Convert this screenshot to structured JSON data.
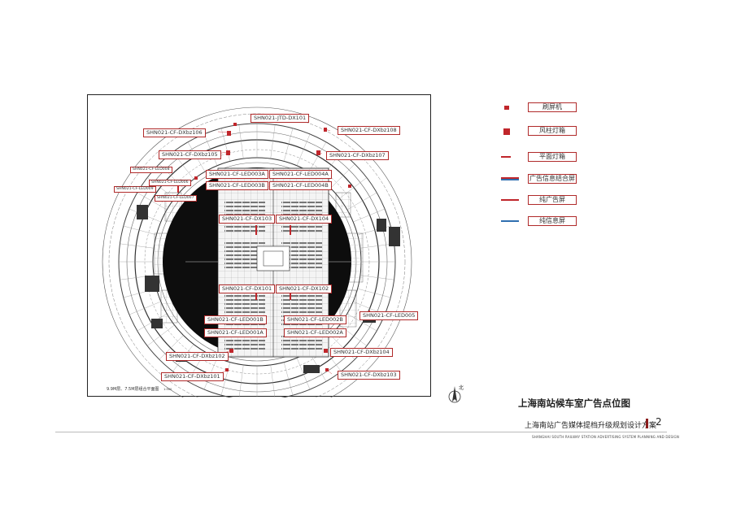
{
  "title": "上海南站候车室广告点位图",
  "subtitle": "上海南站广告媒体提档升级规划设计方案",
  "english_subtitle": "SHANGHAI SOUTH RAILWAY STATION ADVERTISING SYSTEM PLANNING AND DESIGN",
  "page_number": "2",
  "scale_note": "9.9M层、7.5M层组合平面图",
  "scale_ratio": "1:500",
  "north_label": "北",
  "colors": {
    "red": "#c0262b",
    "blue": "#2f6fb0",
    "border": "#b02a2a"
  },
  "legend": [
    {
      "label": "刷屏机",
      "mark": "small-square"
    },
    {
      "label": "风柱灯箱",
      "mark": "square"
    },
    {
      "label": "平面灯箱",
      "mark": "red-bar"
    },
    {
      "label": "广告信息结合屏",
      "mark": "red-blue-bar"
    },
    {
      "label": "纯广告屏",
      "mark": "red-bar-long"
    },
    {
      "label": "纯信息屏",
      "mark": "blue-bar"
    }
  ],
  "tags": [
    "SHN021-JTD-DX101",
    "SHN021-CF-DXbz106",
    "SHN021-CF-DXbz108",
    "SHN021-CF-DXbz105",
    "SHN021-CF-DXbz107",
    "SHN021-CF-LED003A",
    "SHN021-CF-LED004A",
    "SHN021-CF-LED003B",
    "SHN021-CF-LED004B",
    "SHN021-CF-DX103",
    "SHN021-CF-DX104",
    "SHN021-CF-DX101",
    "SHN021-CF-DX102",
    "SHN021-CF-LED001B",
    "SHN021-CF-LED002B",
    "SHN021-CF-LED001A",
    "SHN021-CF-LED002A",
    "SHN021-CF-LED005",
    "SHN021-CF-DXbz102",
    "SHN021-CF-DXbz104",
    "SHN021-CF-DXbz101",
    "SHN021-CF-DXbz103",
    "SHN021-CF-LED008",
    "SHN021-CF-LED006",
    "SHN021-CF-LED009",
    "SHN021-CF-LED007"
  ]
}
